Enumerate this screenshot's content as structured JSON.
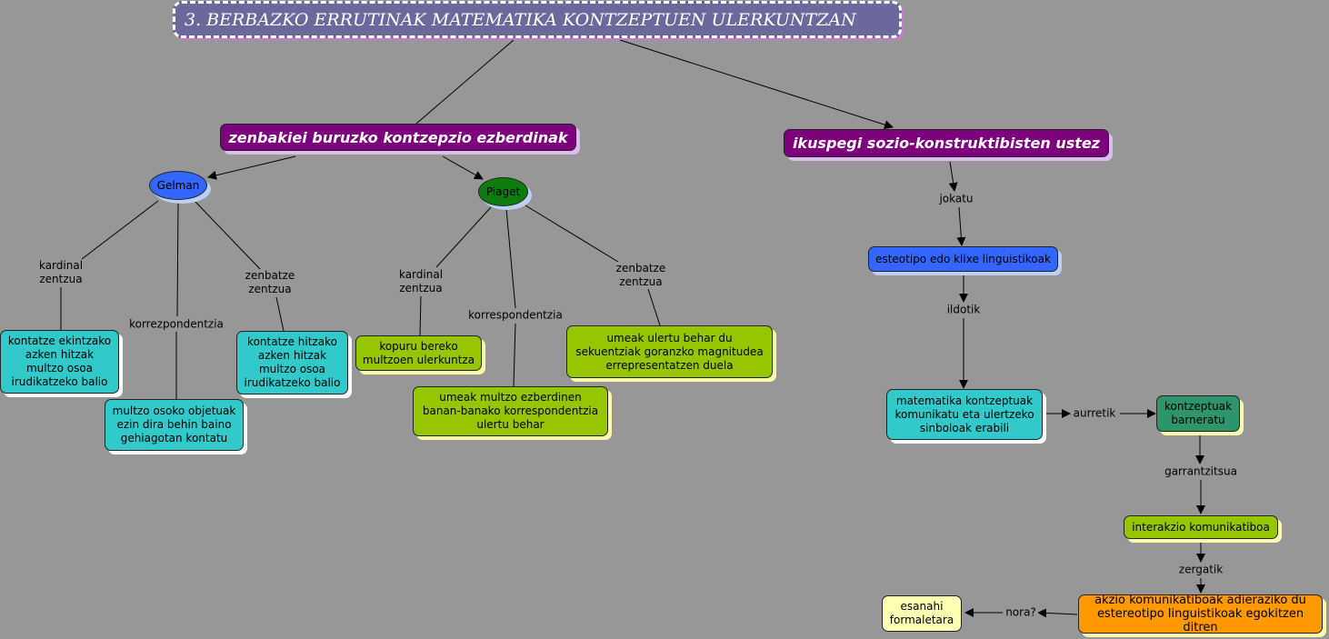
{
  "title": "3. BERBAZKO ERRUTINAK MATEMATIKA KONTZEPTUEN ULERKUNTZAN",
  "nodes": {
    "zenbakiei": "zenbakiei buruzko kontzepzio ezberdinak",
    "ikuspegi": "ikuspegi sozio-konstruktibisten ustez",
    "gelman": "Gelman",
    "piaget": "Piaget",
    "gelman_kardinal": "kontatze ekintzako\nazken hitzak\nmultzo osoa\nirudikatzeko balio",
    "gelman_korresp": "multzo osoko objetuak\nezin dira behin baino\ngehiagotan kontatu",
    "gelman_zenbatze": "kontatze hitzako\nazken hitzak\nmultzo osoa\nirudikatzeko balio",
    "piaget_kardinal": "kopuru bereko\nmultzoen ulerkuntza",
    "piaget_korresp": "umeak multzo ezberdinen\nbanan-banako korrespondentzia\nulertu behar",
    "piaget_zenbatze": "umeak ulertu behar du\nsekuentziak goranzko magnitudea\nerrepresentatzen duela",
    "esteotipo": "esteotipo edo klixe linguistikoak",
    "matematika": "matematika kontzeptuak\nkomunikatu eta ulertzeko\nsinboloak erabili",
    "kontzeptuak": "kontzeptuak\nbarneratu",
    "interakzio": "interakzio komunikatiboa",
    "akzio": "akzio komunikatiboak adieraziko du\nestereotipo linguistikoak egokitzen ditren",
    "esanahi": "esanahi\nformaletara"
  },
  "links": {
    "gelman_kardinal": "kardinal\nzentzua",
    "gelman_korresp": "korrezpondentzia",
    "gelman_zenbatze": "zenbatze\nzentzua",
    "piaget_kardinal": "kardinal\nzentzua",
    "piaget_korresp": "korrespondentzia",
    "piaget_zenbatze": "zenbatze\nzentzua",
    "jokatu": "jokatu",
    "ildotik": "ildotik",
    "aurretik": "aurretik",
    "garrantzitsua": "garrantzitsua",
    "zergatik": "zergatik",
    "nora": "nora?"
  },
  "colors": {
    "background": "#979797",
    "title": "#6b689c",
    "purple": "#7d007d",
    "cyan": "#31c9c9",
    "lime": "#95c600",
    "blue": "#3366ff",
    "piaget_green": "#0d7d0d",
    "dark_green": "#2e946a",
    "orange": "#ff9900",
    "yellow": "#ffffb4"
  }
}
